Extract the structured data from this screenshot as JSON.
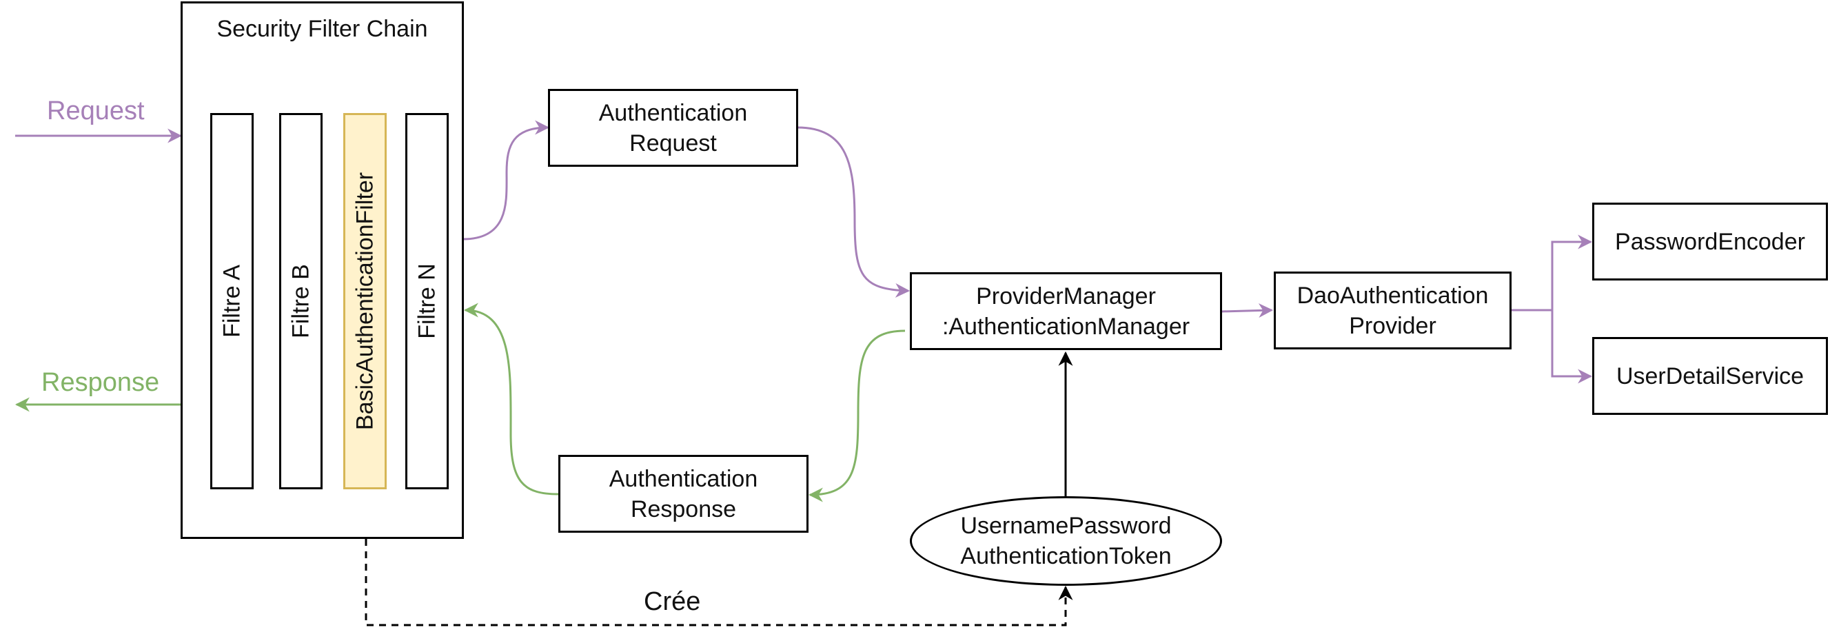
{
  "colors": {
    "request": "#a680b8",
    "response": "#82b366",
    "line": "#000000",
    "highlight_fill": "#fff2cc",
    "highlight_stroke": "#d6b656"
  },
  "chain": {
    "title": "Security Filter Chain",
    "filters": [
      "Filtre A",
      "Filtre B",
      "BasicAuthenticationFilter",
      "Filtre N"
    ]
  },
  "labels": {
    "request": "Request",
    "response": "Response",
    "creates": "Crée"
  },
  "nodes": {
    "auth_request": "Authentication\nRequest",
    "auth_response": "Authentication\nResponse",
    "provider_manager": "ProviderManager\n:AuthenticationManager",
    "dao_provider": "DaoAuthentication\nProvider",
    "password_encoder": "PasswordEncoder",
    "user_detail_service": "UserDetailService",
    "token": "UsernamePassword\nAuthenticationToken"
  }
}
